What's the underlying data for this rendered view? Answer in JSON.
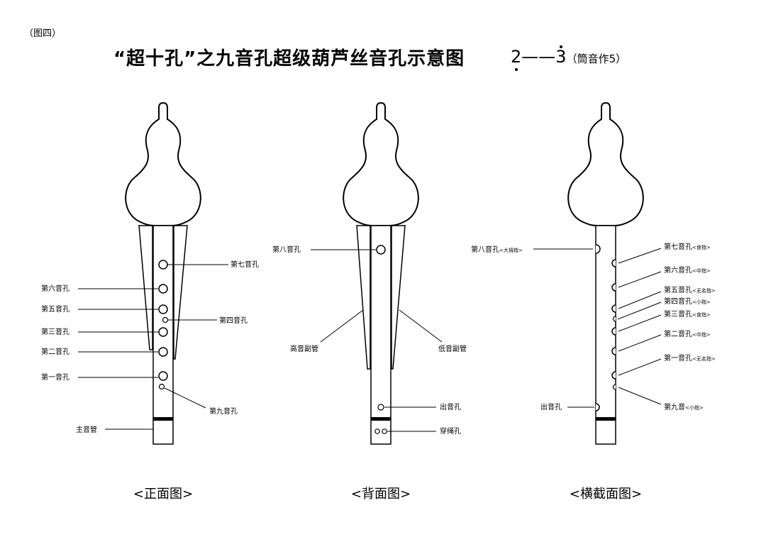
{
  "header": {
    "figure_no": "（图四）",
    "title": "“超十孔”之九音孔超级葫芦丝音孔示意图",
    "range_low": "2",
    "range_dash": "——",
    "range_high": "3",
    "tonality": "（筒音作5）"
  },
  "front": {
    "caption": "<正面图>",
    "labels": {
      "hole7": "第七音孔",
      "hole6": "第六音孔",
      "hole5": "第五音孔",
      "hole4": "第四音孔",
      "hole3": "第三音孔",
      "hole2": "第二音孔",
      "hole1": "第一音孔",
      "hole9": "第九音孔",
      "main_pipe": "主音管"
    }
  },
  "back": {
    "caption": "<背面图>",
    "labels": {
      "hole8": "第八音孔",
      "high_pipe": "高音副管",
      "low_pipe": "低音副管",
      "out_hole": "出音孔",
      "rope_hole": "穿绳孔"
    }
  },
  "side": {
    "caption": "<横截面图>",
    "labels": {
      "hole8": "第八音孔",
      "hole8_finger": "<大拇指>",
      "hole7": "第七音孔",
      "hole7_finger": "<食指>",
      "hole6": "第六音孔",
      "hole6_finger": "<中指>",
      "hole5": "第五音孔",
      "hole5_finger": "<无名指>",
      "hole4": "第四音孔",
      "hole4_finger": "<小指>",
      "hole3": "第三音孔",
      "hole3_finger": "<食指>",
      "hole2": "第二音孔",
      "hole2_finger": "<中指>",
      "hole1": "第一音孔",
      "hole1_finger": "<无名指>",
      "hole9": "第九音",
      "hole9_finger": "<小指>",
      "out_hole": "出音孔"
    }
  }
}
